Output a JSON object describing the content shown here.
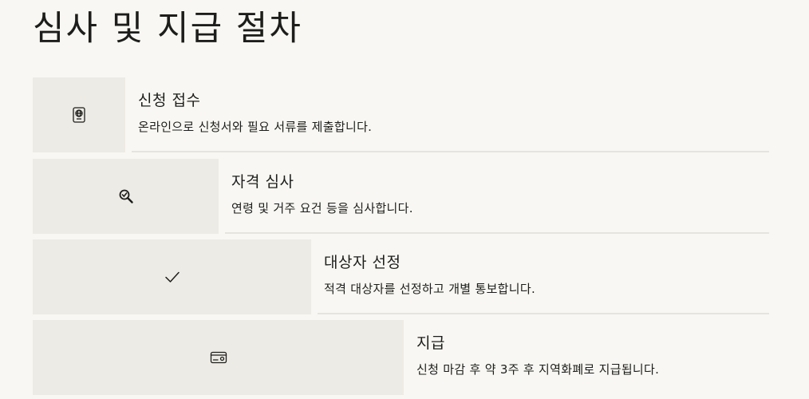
{
  "page": {
    "title": "심사 및 지급 절차"
  },
  "steps": [
    {
      "icon": "passport-globe-icon",
      "title": "신청 접수",
      "description": "온라인으로 신청서와 필요 서류를 제출합니다."
    },
    {
      "icon": "search-check-icon",
      "title": "자격 심사",
      "description": "연령 및 거주 요건 등을 심사합니다."
    },
    {
      "icon": "checkmark-icon",
      "title": "대상자 선정",
      "description": "적격 대상자를 선정하고 개별 통보합니다."
    },
    {
      "icon": "card-icon",
      "title": "지급",
      "description": "신청 마감 후 약 3주 후 지역화폐로 지급됩니다."
    }
  ]
}
